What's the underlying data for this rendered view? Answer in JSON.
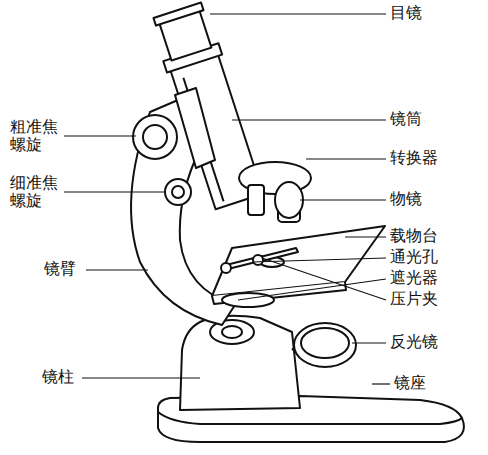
{
  "diagram": {
    "labels": [
      "目镜",
      "镜筒",
      "转换器",
      "物镜",
      "载物台",
      "通光孔",
      "遮光器",
      "压片夹",
      "反光镜",
      "镜座",
      "粗准焦 螺旋",
      "细准焦 螺旋",
      "镜臂",
      "镜柱"
    ]
  }
}
